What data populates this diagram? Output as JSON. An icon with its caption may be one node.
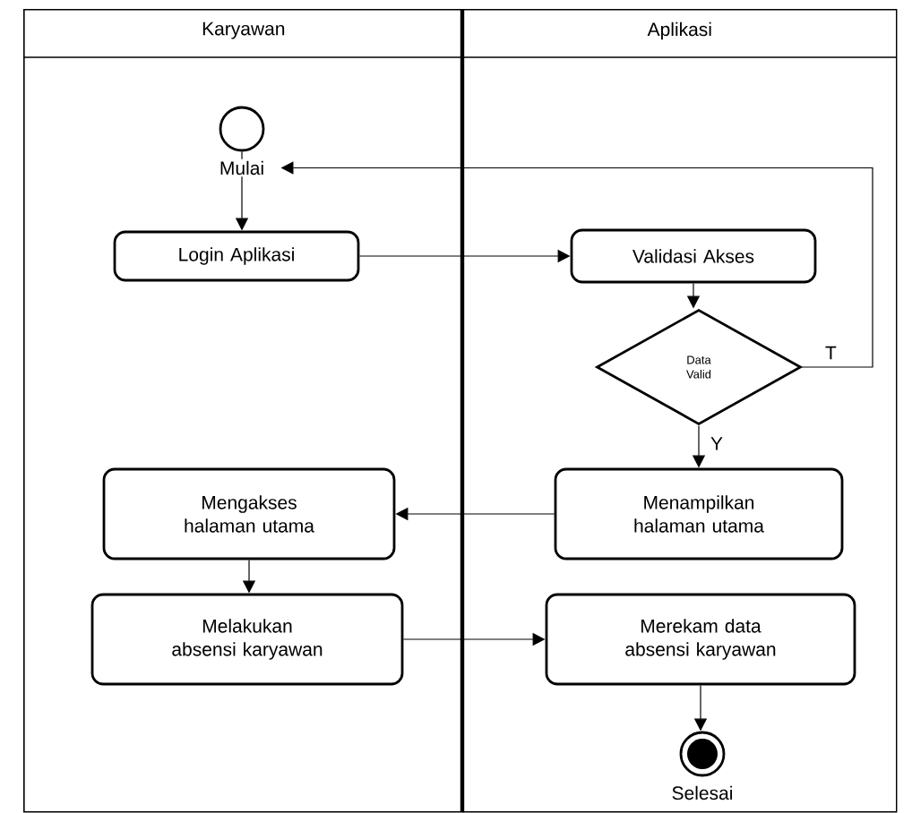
{
  "diagram": {
    "nodes": [
      {
        "text": [
          "Karyawan"
        ]
      },
      {
        "text": [
          "Aplikasi"
        ]
      },
      {
        "text": [],
        "shape": "circle",
        "beside": [
          "Mulai"
        ],
        "in": 0
      },
      {
        "text": [
          "Login Aplikasi"
        ],
        "in": 0
      },
      {
        "text": [
          "Validasi Akses"
        ],
        "in": 1
      },
      {
        "text": [
          "Data Valid"
        ],
        "in": 1
      },
      {
        "text": [
          "Mengakses halaman utama"
        ],
        "in": 0
      },
      {
        "text": [
          "Menampilkan halaman utama"
        ],
        "in": 1
      },
      {
        "text": [
          "Melakukan absensi karyawan"
        ],
        "in": 0
      },
      {
        "text": [
          "Merekam data absensi karyawan"
        ],
        "in": 1
      },
      {
        "text": [],
        "shape": "circle",
        "beside": [
          "Selesai"
        ],
        "in": 1
      }
    ],
    "edges": [
      {
        "from": 2,
        "to": 3,
        "arrow": "to"
      },
      {
        "from": 3,
        "to": 4,
        "arrow": "to"
      },
      {
        "from": 4,
        "to": 5,
        "arrow": "to"
      },
      {
        "from": 5,
        "to": 2,
        "arrow": "to",
        "label": "T"
      },
      {
        "from": 5,
        "to": 7,
        "arrow": "to",
        "label": "Y"
      },
      {
        "from": 7,
        "to": 6,
        "arrow": "to"
      },
      {
        "from": 6,
        "to": 8,
        "arrow": "to"
      },
      {
        "from": 8,
        "to": 9,
        "arrow": "to"
      },
      {
        "from": 9,
        "to": 10,
        "arrow": "to"
      }
    ]
  }
}
